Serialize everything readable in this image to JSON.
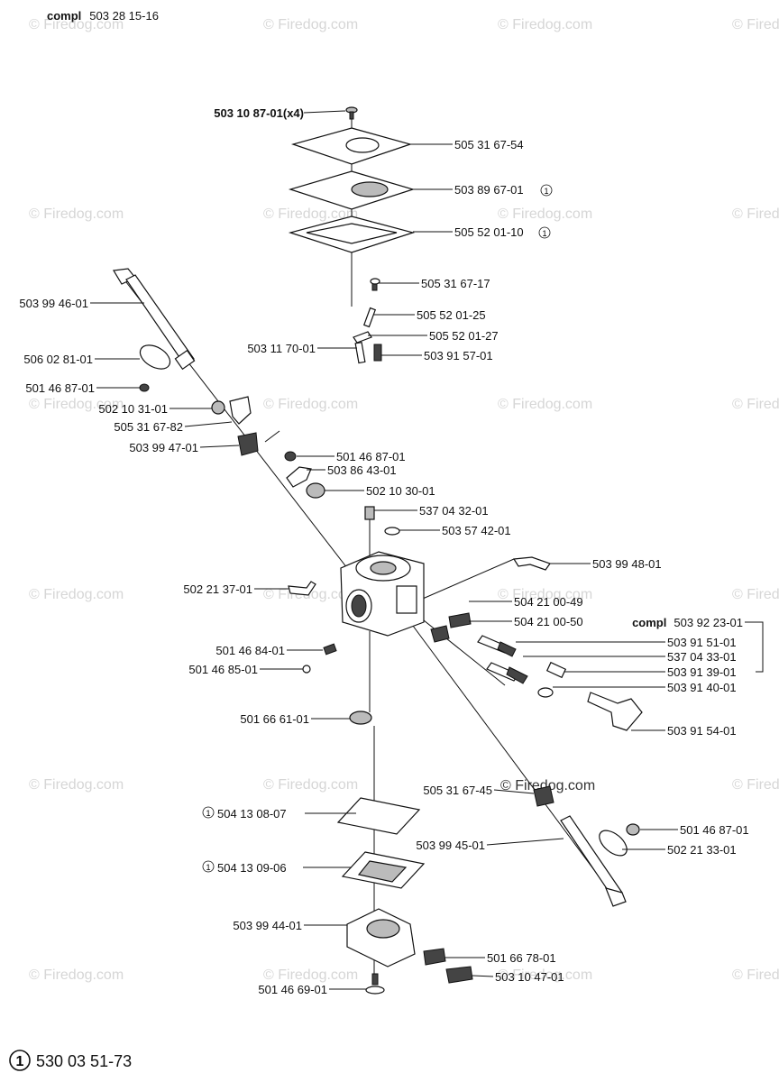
{
  "kit_title": {
    "prefix": "compl",
    "number": "503 28 15-16"
  },
  "kit_right": {
    "prefix": "compl",
    "number": "503 92 23-01"
  },
  "legend": {
    "marker": "1",
    "number": "530 03 51-73"
  },
  "watermark": "© Firedog.com",
  "center_watermark": "© Firedog.com",
  "circled_marker": "1",
  "parts": {
    "p_503108701": "503 10 87-01(x4)",
    "p_505316754": "505 31 67-54",
    "p_503896701": "503 89 67-01",
    "p_505520110": "505 52 01-10",
    "p_505316717": "505 31 67-17",
    "p_505520125": "505 52 01-25",
    "p_505520127": "505 52 01-27",
    "p_503117001": "503 11 70-01",
    "p_503915701": "503 91 57-01",
    "p_503994601": "503 99 46-01",
    "p_506028101": "506 02 81-01",
    "p_501468701a": "501 46 87-01",
    "p_502103101": "502 10 31-01",
    "p_505316782": "505 31 67-82",
    "p_503994701": "503 99 47-01",
    "p_501468701b": "501 46 87-01",
    "p_503864301": "503 86 43-01",
    "p_502103001": "502 10 30-01",
    "p_537043201": "537 04 32-01",
    "p_503574201": "503 57 42-01",
    "p_503994801": "503 99 48-01",
    "p_502213701": "502 21 37-01",
    "p_504210049": "504 21 00-49",
    "p_504210050": "504 21 00-50",
    "p_503915101": "503 91 51-01",
    "p_537043301": "537 04 33-01",
    "p_501468401": "501 46 84-01",
    "p_503913901": "503 91 39-01",
    "p_501468501": "501 46 85-01",
    "p_503914001": "503 91 40-01",
    "p_501666101": "501 66 61-01",
    "p_503915401": "503 91 54-01",
    "p_505316745": "505 31 67-45",
    "p_504130807": "504 13 08-07",
    "p_501468701c": "501 46 87-01",
    "p_503994501": "503 99 45-01",
    "p_502213301": "502 21 33-01",
    "p_504130906": "504 13 09-06",
    "p_503994401": "503 99 44-01",
    "p_501667801": "501 66 78-01",
    "p_503104701": "503 10 47-01",
    "p_501466901": "501 46 69-01"
  }
}
